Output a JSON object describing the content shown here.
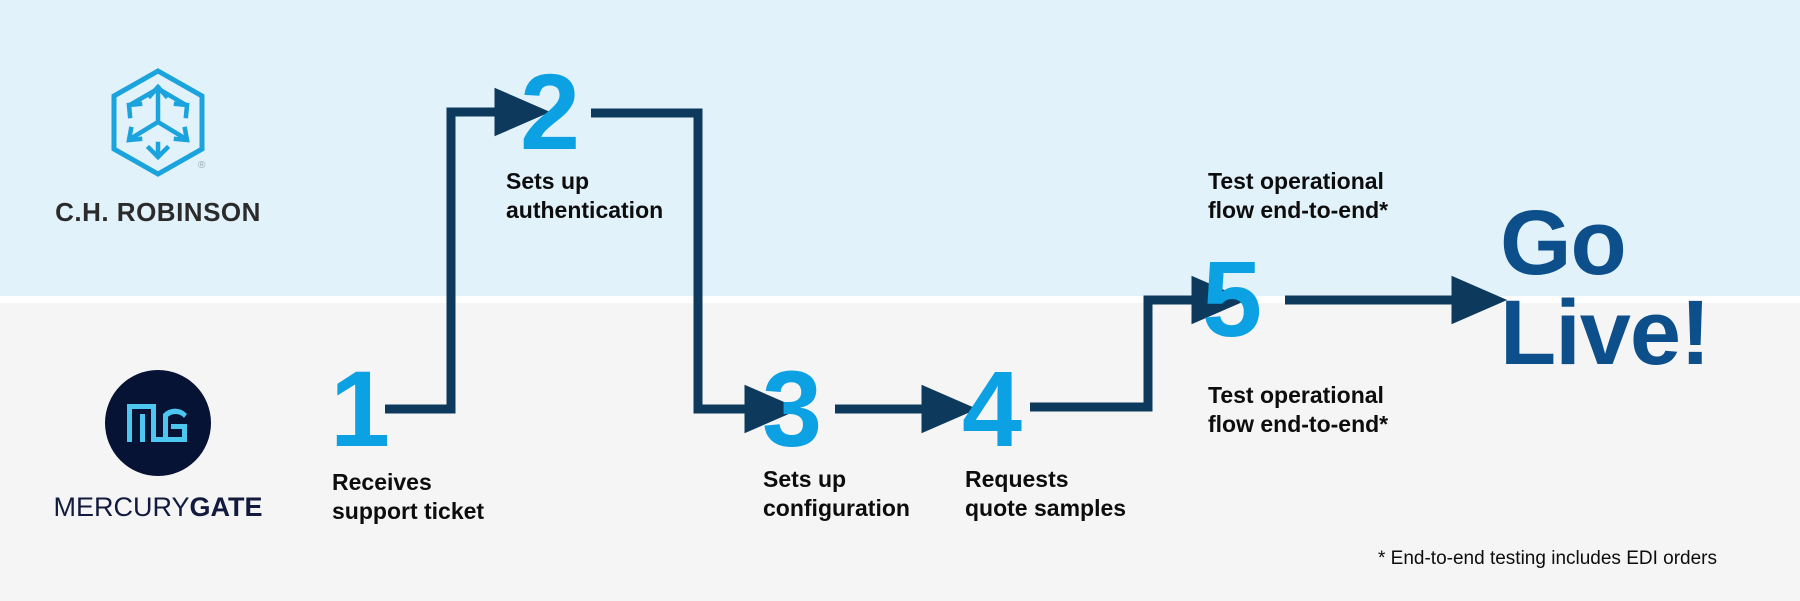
{
  "theme": {
    "band_top_color": "#e2f2fb",
    "band_bottom_color": "#f5f5f5",
    "accent_cyan": "#0ba1e2",
    "navy_arrow": "#0d3a5c",
    "go_live_blue": "#0d4f8b",
    "label_black": "#0d0d0d",
    "mg_circle": "#061334"
  },
  "lanes": [
    {
      "id": "lane-chr",
      "owner": "C.H. ROBINSON"
    },
    {
      "id": "lane-mercurygate",
      "owner": "MERCURYGATE"
    }
  ],
  "logos": {
    "chr": {
      "icon_name": "ch-robinson-cube-icon",
      "wordmark": "C.H. ROBINSON",
      "registered_mark": "®"
    },
    "mercurygate": {
      "icon_name": "mercurygate-mg-monogram-icon",
      "wordmark_light": "MERCURY",
      "wordmark_bold": "GATE"
    }
  },
  "steps": [
    {
      "number": "1",
      "label": "Receives\nsupport ticket",
      "lane": "lane-mercurygate"
    },
    {
      "number": "2",
      "label": "Sets up\nauthentication",
      "lane": "lane-chr"
    },
    {
      "number": "3",
      "label": "Sets up\nconfiguration",
      "lane": "lane-mercurygate"
    },
    {
      "number": "4",
      "label": "Requests\nquote samples",
      "lane": "lane-mercurygate"
    },
    {
      "number": "5",
      "label_above": "Test operational\nflow end-to-end*",
      "label_below": "Test operational\nflow end-to-end*",
      "lane": "boundary"
    }
  ],
  "outcome": {
    "text": "Go\nLive!"
  },
  "footnote": {
    "text": "* End-to-end testing includes EDI orders"
  },
  "connectors": [
    {
      "from": "1",
      "to": "2",
      "path": "right-up-right"
    },
    {
      "from": "2",
      "to": "3",
      "path": "right-down-right"
    },
    {
      "from": "3",
      "to": "4",
      "path": "right"
    },
    {
      "from": "4",
      "to": "5",
      "path": "right-up-right"
    },
    {
      "from": "5",
      "to": "go-live",
      "path": "right"
    }
  ]
}
